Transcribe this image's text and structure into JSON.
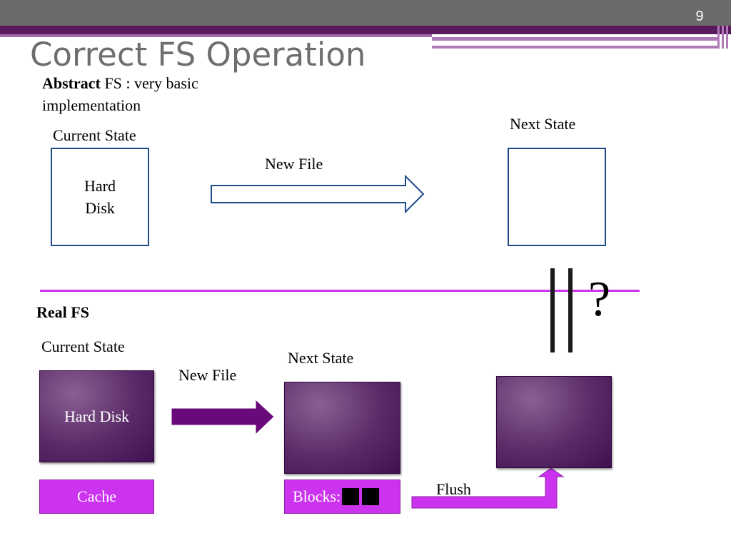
{
  "slide": {
    "number": "9",
    "title": "Correct FS Operation"
  },
  "abstract_section": {
    "heading_bold": "Abstract",
    "heading_rest": " FS : very basic",
    "heading_line2": "implementation",
    "current_state_label": "Current State",
    "current_box_line1": "Hard",
    "current_box_line2": "Disk",
    "arrow_label": "New File",
    "next_state_label": "Next State"
  },
  "equivalence": {
    "question_mark": "?"
  },
  "real_section": {
    "heading": "Real FS",
    "current_state_label": "Current State",
    "hard_disk_label": "Hard Disk",
    "arrow_label": "New File",
    "next_state_label": "Next State",
    "cache_label": "Cache",
    "blocks_label": "Blocks:",
    "flush_label": "Flush"
  },
  "colors": {
    "header_gray": "#6b6b6b",
    "header_purple": "#5a1a5e",
    "outline_blue": "#1f4a8a",
    "box_purple": "#5a2a68",
    "arrow_purple": "#6a0a7a",
    "magenta": "#cc33ee",
    "divider_magenta": "#cc33ee"
  }
}
